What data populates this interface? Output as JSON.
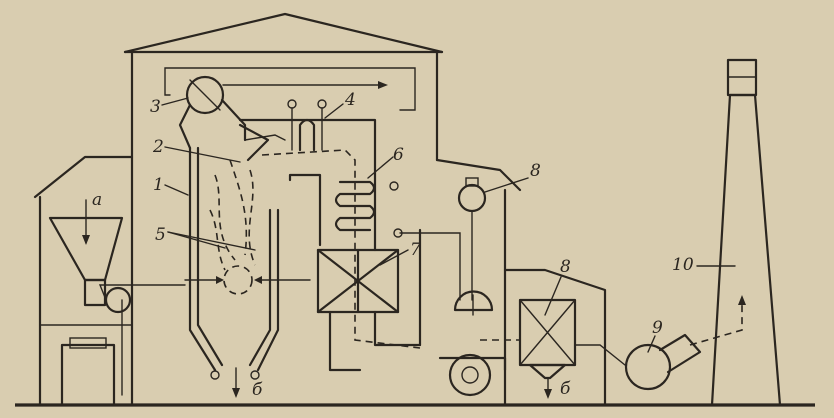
{
  "labels": {
    "drum": "3",
    "superheater": "4",
    "screen_tubes": "2",
    "furnace_walls": "1",
    "burners": "5",
    "economizer": "6",
    "air_heater": "7",
    "fan_small": "8",
    "dust_collector": "8",
    "exhaust_fan": "9",
    "chimney": "10",
    "fuel_input": "a",
    "ash_outlet_left": "б",
    "ash_outlet_right": "б"
  },
  "colors": {
    "paper": "#d9cdb0",
    "ink": "#2b2620"
  }
}
